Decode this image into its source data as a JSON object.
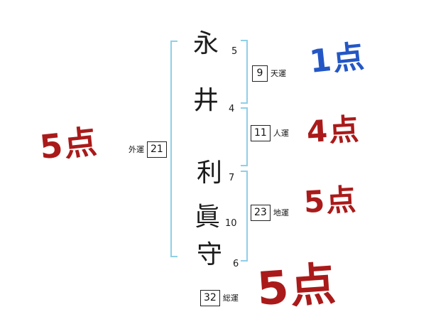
{
  "name": {
    "chars": [
      {
        "char": "永",
        "strokes": "5"
      },
      {
        "char": "井",
        "strokes": "4"
      },
      {
        "char": "利",
        "strokes": "7"
      },
      {
        "char": "眞",
        "strokes": "10"
      },
      {
        "char": "守",
        "strokes": "6"
      }
    ]
  },
  "fortunes": [
    {
      "id": "ten",
      "label": "天運",
      "value": "9",
      "score": "1点"
    },
    {
      "id": "jin",
      "label": "人運",
      "value": "11",
      "score": "4点"
    },
    {
      "id": "chi",
      "label": "地運",
      "value": "23",
      "score": "5点"
    },
    {
      "id": "gai",
      "label": "外運",
      "value": "21",
      "score": "5点"
    },
    {
      "id": "sou",
      "label": "総運",
      "value": "32",
      "score": "5点"
    }
  ],
  "colors": {
    "score_red": "#aa1a1a",
    "score_blue": "#2457c5",
    "bracket_blue": "#8fcfe8"
  }
}
